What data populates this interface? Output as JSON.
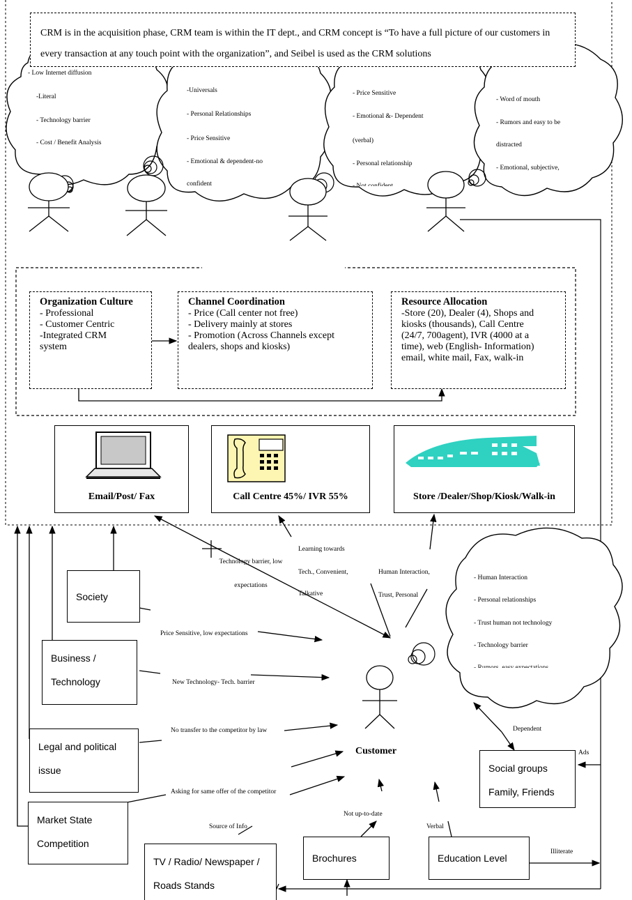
{
  "header_text": "CRM is in the acquisition phase, CRM team is within the IT dept., and CRM concept is “To have a full picture of our customers in every transaction at any touch point with the organization”, and Seibel is used as the CRM solutions",
  "employee_clouds": [
    {
      "items": [
        "- Low Internet diffusion",
        "-Literal",
        "- Technology barrier",
        "- Cost / Benefit Analysis"
      ]
    },
    {
      "items": [
        "-Universals",
        "- Personal Relationships",
        "- Price Sensitive",
        "- Emotional & dependent-no",
        "confident"
      ]
    },
    {
      "items": [
        "- Price Sensitive",
        "- Emotional &- Dependent",
        "(verbal)",
        "- Personal relationship",
        "- Not confident"
      ]
    },
    {
      "items": [
        "- Word of mouth",
        "- Rumors and easy to be",
        "distracted",
        "- Emotional, subjective,"
      ]
    }
  ],
  "strategy_boxes": [
    {
      "title": "Organization Culture",
      "lines": [
        "- Professional",
        "- Customer Centric",
        "-Integrated CRM",
        "system"
      ]
    },
    {
      "title": "Channel Coordination",
      "lines": [
        "- Price (Call center not free)",
        "- Delivery mainly at stores",
        "- Promotion (Across Channels except",
        "dealers, shops and kiosks)"
      ]
    },
    {
      "title": "Resource Allocation",
      "lines": [
        "-Store (20), Dealer (4), Shops and",
        "kiosks (thousands), Call Centre",
        "(24/7, 700agent), IVR (4000 at a",
        "time), web (English- Information)",
        "email, white mail, Fax, walk-in"
      ]
    }
  ],
  "channels": [
    {
      "label": "Email/Post/ Fax",
      "icon": "laptop-icon"
    },
    {
      "label": "Call Centre 45%/ IVR 55%",
      "icon": "telephone-icon"
    },
    {
      "label": "Store /Dealer/Shop/Kiosk/Walk-in",
      "icon": "store-building-icon"
    }
  ],
  "channel_labels": {
    "email": [
      "Technology barrier, low",
      "expectations"
    ],
    "call": [
      "Learning towards",
      "Tech., Convenient,",
      "Talkative"
    ],
    "store": [
      "Human Interaction,",
      "Trust, Personal"
    ]
  },
  "customer_cloud": [
    "- Human Interaction",
    "- Personal relationships",
    "- Trust human not technology",
    "- Technology barrier",
    "- Rumors, easy expectations"
  ],
  "customer_label": "Customer",
  "factors": {
    "society": "Society",
    "business": [
      "Business /",
      "Technology"
    ],
    "legal": [
      "Legal and political",
      "issue"
    ],
    "market": [
      "Market State",
      "Competition"
    ],
    "tv": [
      "TV / Radio/ Newspaper /",
      "Roads Stands"
    ],
    "brochures": "Brochures",
    "education": "Education Level",
    "social": [
      "Social groups",
      "Family, Friends"
    ]
  },
  "factor_labels": {
    "society": "Price Sensitive, low expectations",
    "business": "New Technology- Tech. barrier",
    "legal": "No transfer to the competitor by law",
    "market": "Asking for same offer of the competitor",
    "tv": "Source of Info",
    "brochures": "Not up-to-date",
    "education": "Verbal",
    "social": "Dependent",
    "ads": "Ads",
    "illiterate": "Illiterate"
  }
}
